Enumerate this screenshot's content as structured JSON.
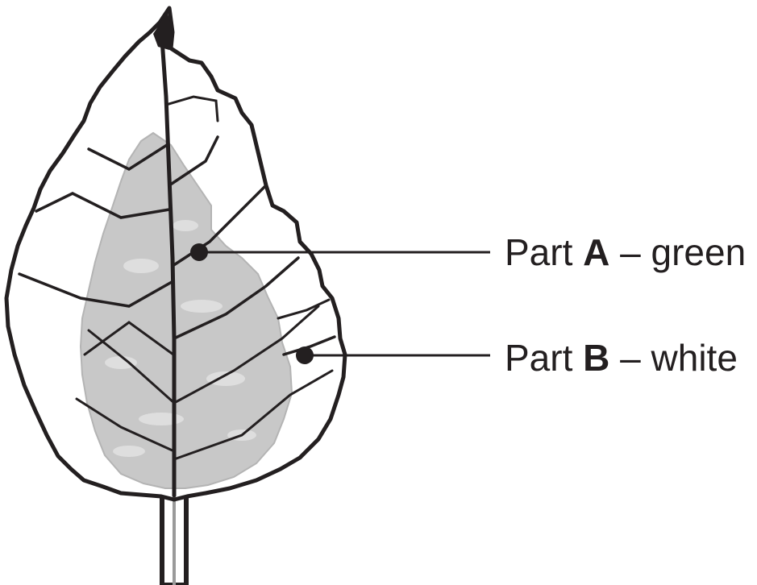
{
  "labels": {
    "part_a": {
      "prefix": "Part ",
      "letter": "A",
      "suffix": " – green"
    },
    "part_b": {
      "prefix": "Part ",
      "letter": "B",
      "suffix": " – white"
    }
  },
  "colors": {
    "outline": "#231f20",
    "green_region": "#c8c8c8",
    "green_region_light": "#dcdcdc",
    "white_region": "#ffffff"
  }
}
